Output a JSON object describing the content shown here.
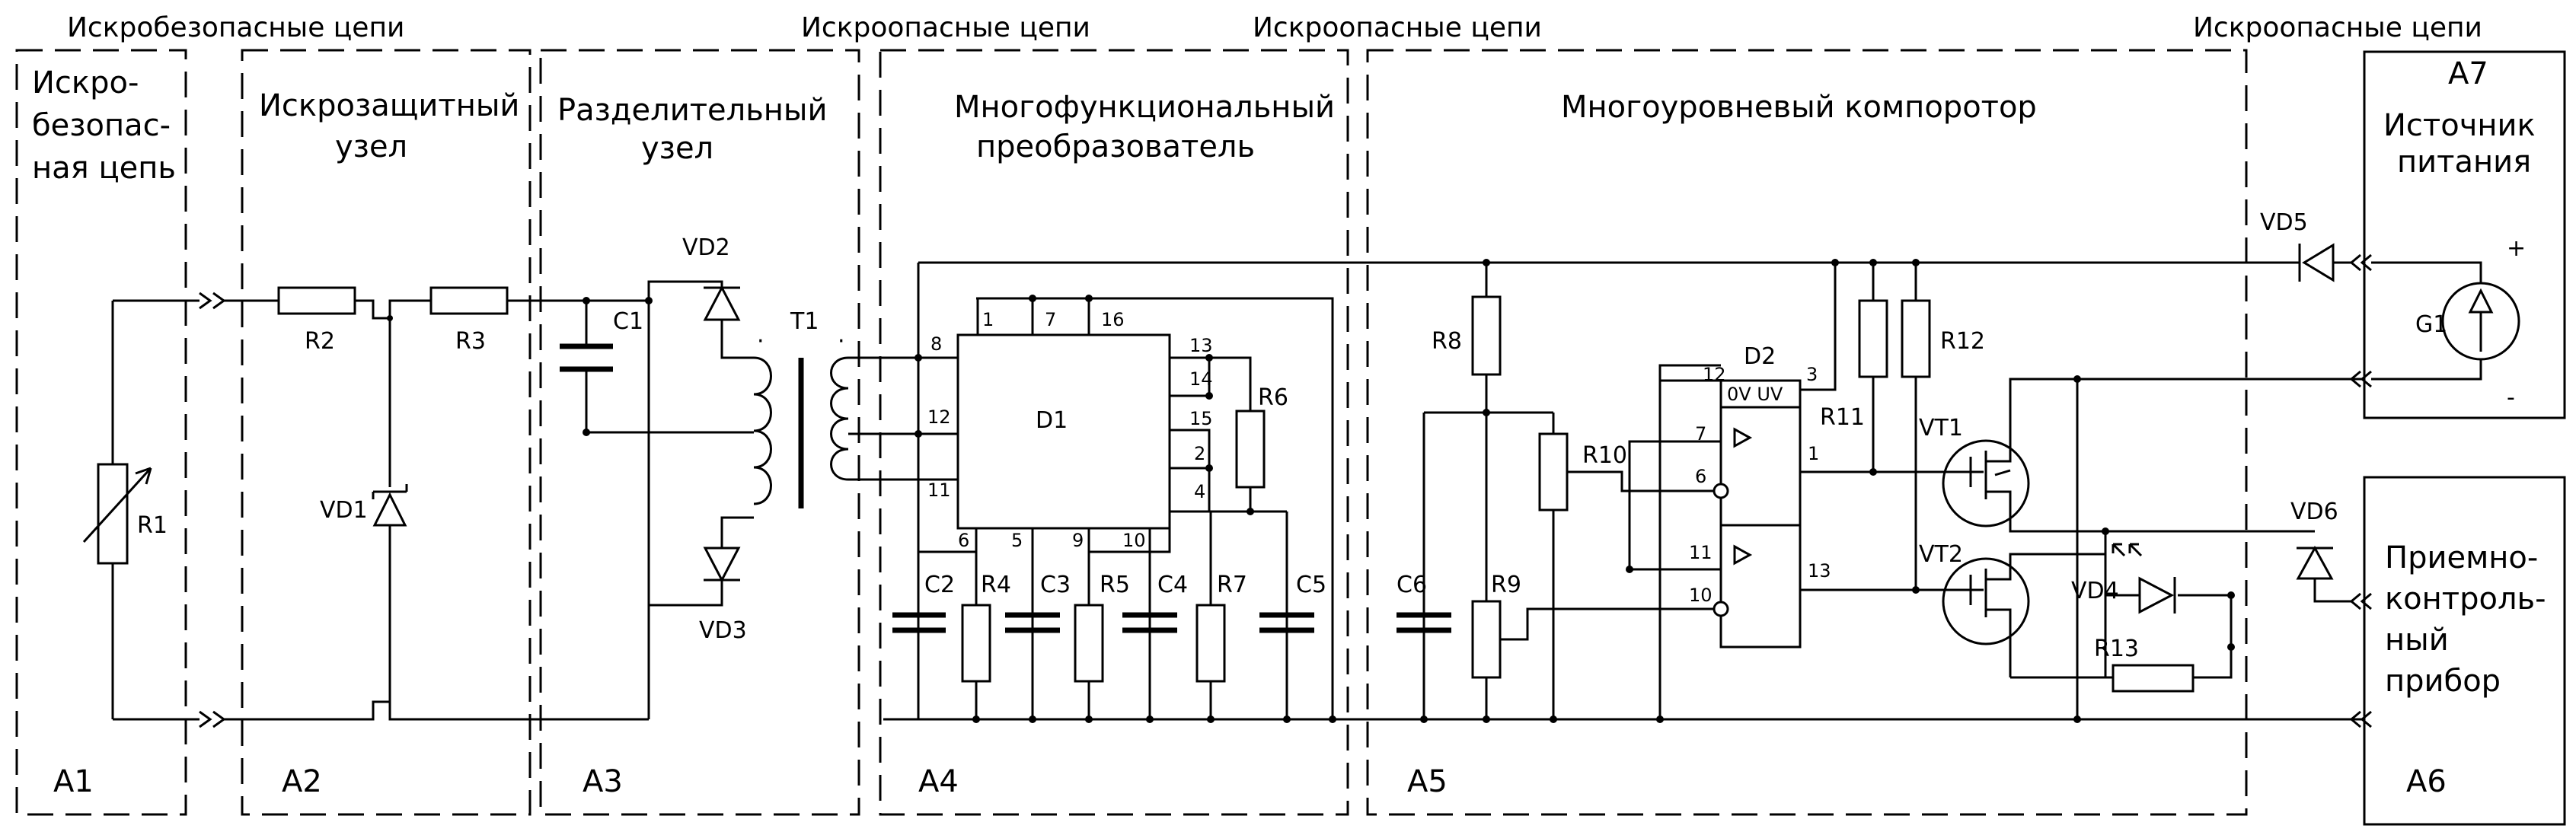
{
  "zones": {
    "safe": "Искробезопасные цепи",
    "hazard_a4": "Искроопасные цепи",
    "hazard_a5": "Искроопасные цепи",
    "hazard_right": "Искроопасные цепи"
  },
  "blocks": {
    "a1": {
      "id": "A1",
      "title": [
        "Искро-",
        "безопас-",
        "ная цепь"
      ]
    },
    "a2": {
      "id": "A2",
      "title": [
        "Искрозащитный",
        "узел"
      ]
    },
    "a3": {
      "id": "A3",
      "title": [
        "Разделительный",
        "узел"
      ]
    },
    "a4": {
      "id": "A4",
      "title": [
        "Многофункциональный",
        "преобразователь"
      ]
    },
    "a5": {
      "id": "A5",
      "title": [
        "Многоуровневый компоротор"
      ]
    },
    "a6": {
      "id": "A6",
      "title": [
        "Приемно-",
        "контроль-",
        "ный",
        "прибор"
      ]
    },
    "a7": {
      "id": "A7",
      "title": [
        "Источник",
        "питания"
      ]
    }
  },
  "components": {
    "R1": "R1",
    "R2": "R2",
    "R3": "R3",
    "VD1": "VD1",
    "C1": "C1",
    "VD2": "VD2",
    "VD3": "VD3",
    "T1": "T1",
    "D1": "D1",
    "C2": "C2",
    "R4": "R4",
    "C3": "C3",
    "R5": "R5",
    "C4": "C4",
    "R7": "R7",
    "C5": "C5",
    "R6": "R6",
    "R8": "R8",
    "C6": "C6",
    "R9": "R9",
    "R10": "R10",
    "R11": "R11",
    "D2": "D2",
    "R12": "R12",
    "VT1": "VT1",
    "VT2": "VT2",
    "VD4": "VD4",
    "R13": "R13",
    "VD5": "VD5",
    "VD6": "VD6",
    "G1": "G1"
  },
  "d1_pins": [
    "8",
    "12",
    "11",
    "1",
    "7",
    "16",
    "13",
    "14",
    "15",
    "2",
    "4",
    "6",
    "5",
    "9",
    "10"
  ],
  "d2_pins": {
    "p12": "12",
    "p3": "3",
    "p7": "7",
    "p6": "6",
    "p11": "11",
    "p10": "10",
    "p1": "1",
    "p13": "13",
    "header": "0V UV"
  },
  "polarity": {
    "plus": "+",
    "minus": "-"
  },
  "dots": {
    "t1_a": "·",
    "t1_b": "·"
  }
}
